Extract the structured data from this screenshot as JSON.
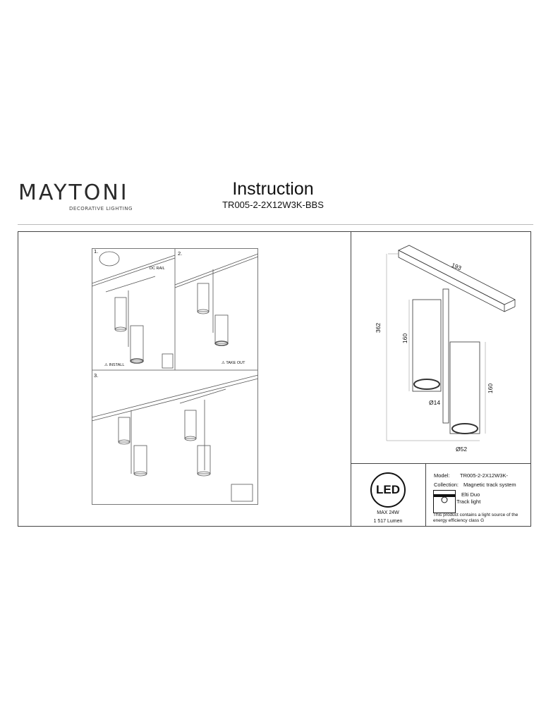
{
  "header": {
    "brand": "MAYTONI",
    "brand_tagline": "DECORATIVE LIGHTING",
    "title": "Instruction",
    "model_code": "TR005-2-2X12W3K-BBS",
    "brand_accent": "#5b1f4f"
  },
  "instructions": {
    "step1": {
      "number": "1.",
      "rail_label": "DC RAIL",
      "caption": "INSTALL"
    },
    "step2": {
      "number": "2.",
      "caption": "TAKE OUT"
    },
    "step3": {
      "number": "3."
    }
  },
  "dimensions": {
    "rail_length": "193",
    "total_height": "362",
    "upper_head_height": "160",
    "lower_head_height": "160",
    "stem_diameter": "Ø14",
    "head_diameter": "Ø52"
  },
  "specs": {
    "led_badge": "LED",
    "max_power": "MAX 24W",
    "lumen": "1 517 Lumen",
    "model_label": "Model:",
    "model_value": "TR005-2-2X12W3K-",
    "collection_label": "Collection:",
    "collection_value": "Magnetic track system",
    "series": "Elti Duo",
    "type": "Track light",
    "energy_note": "This product contains a light source of the energy efficiency class G"
  }
}
